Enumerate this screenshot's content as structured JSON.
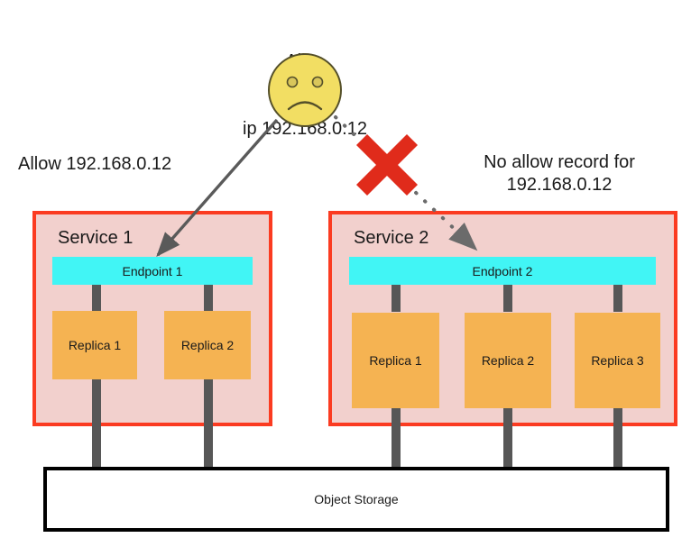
{
  "diagram": {
    "title_actor": {
      "name": "Alice",
      "ip_line": "ip 192.168.0.12",
      "face_icon": "sad-face-icon",
      "face_color": "#F2DE63"
    },
    "left_annotation": "Allow 192.168.0.12",
    "right_annotation": "No allow record for\n192.168.0.12",
    "deny_marker": {
      "icon": "red-x-icon",
      "color": "#E02B1B"
    },
    "colors": {
      "service_fill": "#F2D0CD",
      "service_border": "#FB3B21",
      "endpoint_fill": "#41F5F5",
      "replica_fill": "#F5B352",
      "connector": "#575757",
      "storage_border": "#000000",
      "arrow": "#5A5A5A"
    },
    "services": [
      {
        "title": "Service 1",
        "endpoint": "Endpoint 1",
        "replicas": [
          "Replica 1",
          "Replica 2"
        ]
      },
      {
        "title": "Service 2",
        "endpoint": "Endpoint 2",
        "replicas": [
          "Replica 1",
          "Replica 2",
          "Replica 3"
        ]
      }
    ],
    "storage": {
      "label": "Object Storage"
    },
    "flows": [
      {
        "from": "Alice",
        "to": "Endpoint 1",
        "style": "solid",
        "state": "allowed"
      },
      {
        "from": "Alice",
        "to": "Endpoint 2",
        "style": "dotted",
        "state": "blocked"
      }
    ]
  }
}
